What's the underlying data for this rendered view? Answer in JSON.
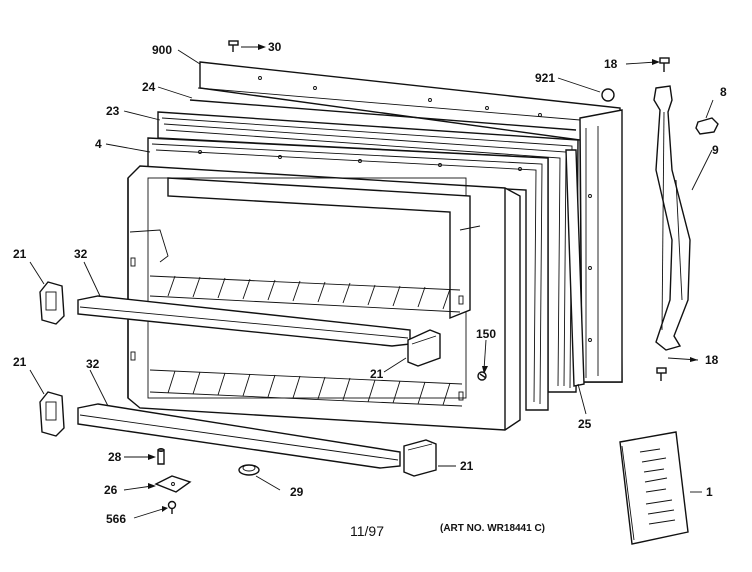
{
  "parts": {
    "p900": "900",
    "p30": "30",
    "p24": "24",
    "p23": "23",
    "p4": "4",
    "p921": "921",
    "p18a": "18",
    "p8": "8",
    "p9": "9",
    "p21a": "21",
    "p32a": "32",
    "p21b": "21",
    "p32b": "32",
    "p150": "150",
    "p21c": "21",
    "p18b": "18",
    "p25": "25",
    "p21d": "21",
    "p28": "28",
    "p26": "26",
    "p29": "29",
    "p566": "566",
    "p1": "1"
  },
  "footer": {
    "date": "11/97",
    "art_no": "(ART NO. WR18441 C)"
  }
}
